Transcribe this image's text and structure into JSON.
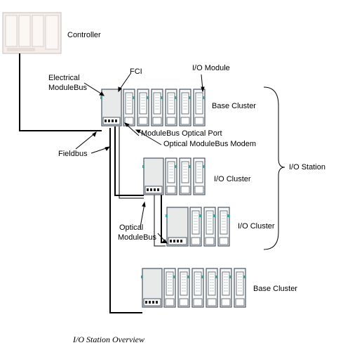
{
  "labels": {
    "controller": "Controller",
    "electrical_modulebus_1": "Electrical",
    "electrical_modulebus_2": "ModuleBus",
    "fci": "FCI",
    "io_module": "I/O Module",
    "base_cluster_top": "Base Cluster",
    "modulebus_optical_port": "ModuleBus Optical Port",
    "optical_modulebus_modem": "Optical ModuleBus Modem",
    "fieldbus": "Fieldbus",
    "io_cluster_1": "I/O Cluster",
    "io_station": "I/O Station",
    "io_cluster_2": "I/O Cluster",
    "optical_modulebus_1": "Optical",
    "optical_modulebus_2": "ModuleBus",
    "base_cluster_bottom": "Base Cluster"
  },
  "caption": "I/O Station Overview",
  "colors": {
    "module_body": "#e8eaea",
    "module_frame": "#4a5560",
    "connector_teal": "#3aa6a0",
    "controller_body": "#f4ede9"
  }
}
